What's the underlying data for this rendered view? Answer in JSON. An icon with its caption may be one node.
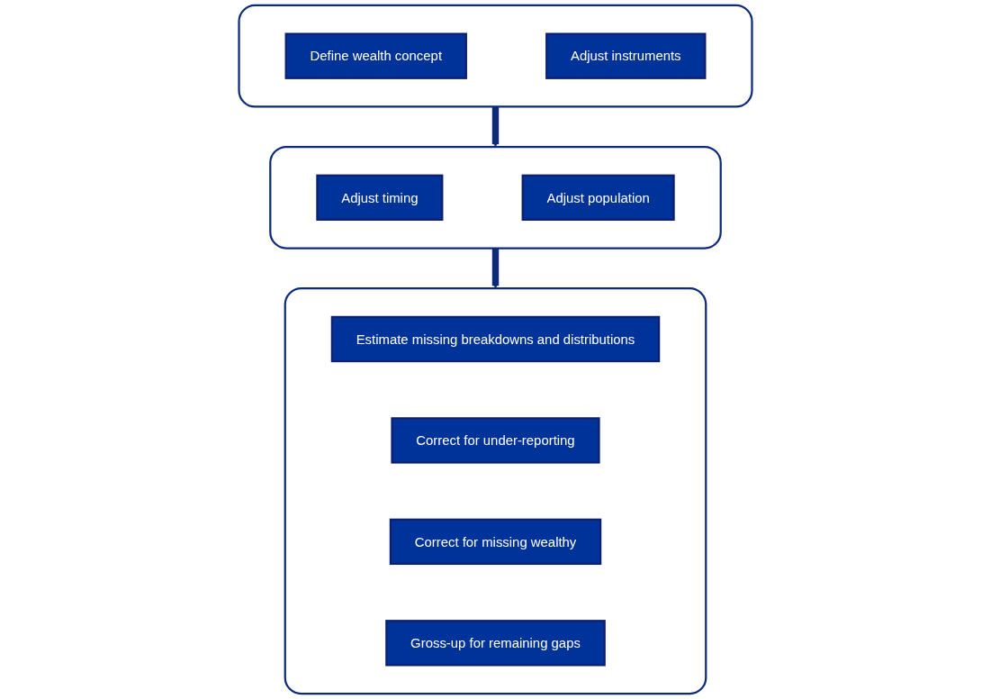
{
  "diagram": {
    "nodes": [
      {
        "text": [],
        "shape": "box"
      },
      {
        "text": [
          "Define wealth concept"
        ],
        "in": 0
      },
      {
        "text": [
          "Adjust instruments"
        ],
        "in": 0
      },
      {
        "text": [],
        "shape": "box"
      },
      {
        "text": [
          "Adjust timing"
        ],
        "in": 3
      },
      {
        "text": [
          "Adjust population"
        ],
        "in": 3
      },
      {
        "text": [],
        "shape": "box"
      },
      {
        "text": [
          "Estimate missing breakdowns and distributions"
        ],
        "in": 6
      },
      {
        "text": [
          "Correct for under-reporting"
        ],
        "in": 6
      },
      {
        "text": [
          "Correct for missing wealthy"
        ],
        "in": 6
      },
      {
        "text": [
          "Gross-up for remaining gaps"
        ],
        "in": 6
      }
    ],
    "edges": [
      {
        "from": 0,
        "to": 3,
        "arrow": "to"
      },
      {
        "from": 3,
        "to": 6,
        "arrow": "to"
      }
    ]
  }
}
